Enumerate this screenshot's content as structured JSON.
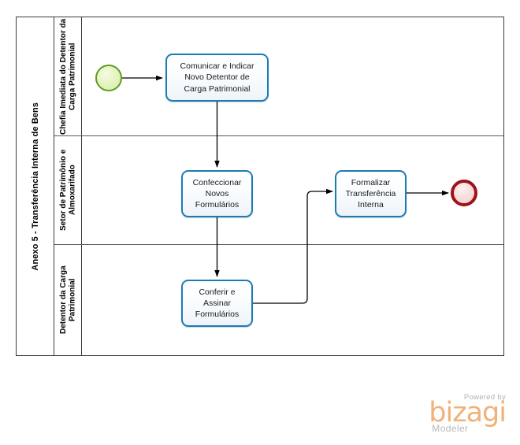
{
  "pool": {
    "title": "Anexo 5 - Transferência Interna de Bens",
    "lanes": [
      {
        "id": "lane-chefia",
        "label": "Chefia Imediata do Detentor da Carga Patrimonial"
      },
      {
        "id": "lane-setor",
        "label": "Setor de Patrimônio e Almoxarifado"
      },
      {
        "id": "lane-detentor",
        "label": "Detentor da Carga Patrimonial"
      }
    ]
  },
  "events": {
    "start": {
      "name": "start-event",
      "label": "",
      "color": "#5f9c22"
    },
    "end": {
      "name": "end-event",
      "label": "",
      "color": "#9e1218"
    }
  },
  "tasks": [
    {
      "id": "task-comunicar",
      "label": "Comunicar e Indicar\nNovo Detentor de\nCarga Patrimonial",
      "lane": "lane-chefia"
    },
    {
      "id": "task-confeccionar",
      "label": "Confeccionar\nNovos\nFormulários",
      "lane": "lane-setor"
    },
    {
      "id": "task-formalizar",
      "label": "Formalizar\nTransferência\nInterna",
      "lane": "lane-setor"
    },
    {
      "id": "task-conferir",
      "label": "Conferir e\nAssinar\nFormulários",
      "lane": "lane-detentor"
    }
  ],
  "flows": [
    {
      "id": "flow-start-comunicar",
      "from": "start-event",
      "to": "task-comunicar",
      "label": ""
    },
    {
      "id": "flow-comunicar-confeccionar",
      "from": "task-comunicar",
      "to": "task-confeccionar",
      "label": ""
    },
    {
      "id": "flow-confeccionar-conferir",
      "from": "task-confeccionar",
      "to": "task-conferir",
      "label": ""
    },
    {
      "id": "flow-conferir-formalizar",
      "from": "task-conferir",
      "to": "task-formalizar",
      "label": ""
    },
    {
      "id": "flow-formalizar-end",
      "from": "task-formalizar",
      "to": "end-event",
      "label": ""
    }
  ],
  "watermark": {
    "powered_by": "Powered by",
    "brand": "bizagi",
    "product": "Modeler",
    "brand_color": "#f0b27a"
  },
  "colors": {
    "task_border": "#1a7cb5",
    "pool_border": "#3a3a3a",
    "lane_separator": "#5a5a5a",
    "connector": "#000000",
    "background": "#ffffff"
  }
}
